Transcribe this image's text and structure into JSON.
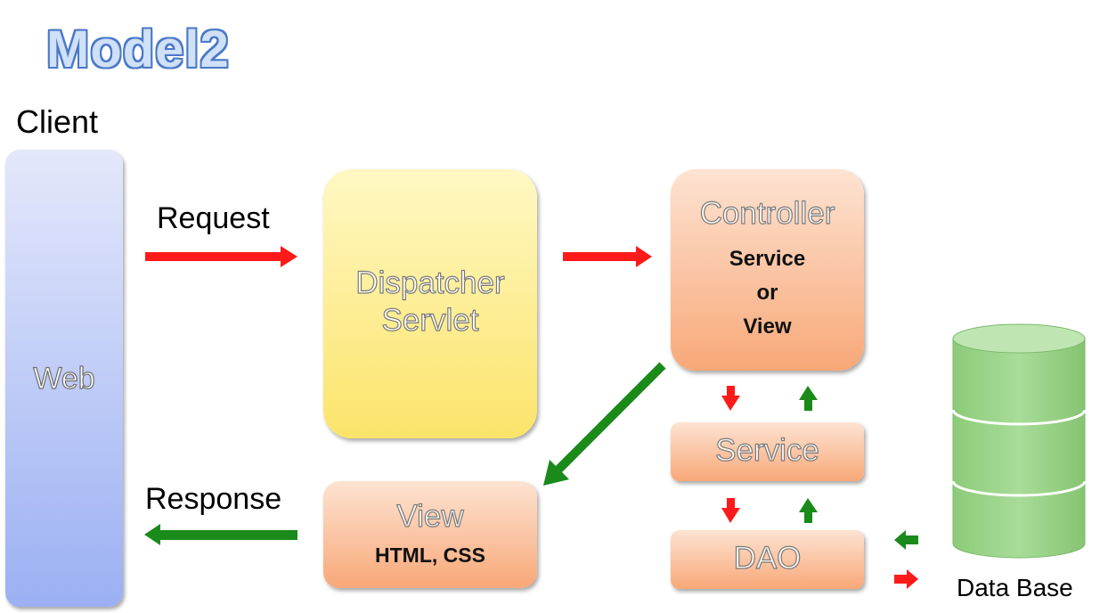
{
  "title": "Model2",
  "client_label": "Client",
  "web_label": "Web",
  "request_label": "Request",
  "response_label": "Response",
  "dispatcher": {
    "line1": "Dispatcher",
    "line2": "Servlet"
  },
  "controller": {
    "title": "Controller",
    "line1": "Service",
    "line2": "or",
    "line3": "View"
  },
  "service_label": "Service",
  "dao_label": "DAO",
  "view": {
    "title": "View",
    "subtitle": "HTML, CSS"
  },
  "database_label": "Data Base",
  "colors": {
    "request_arrow": "#ff1a1a",
    "response_arrow": "#1a8a1a",
    "database": "#9bd48a"
  }
}
